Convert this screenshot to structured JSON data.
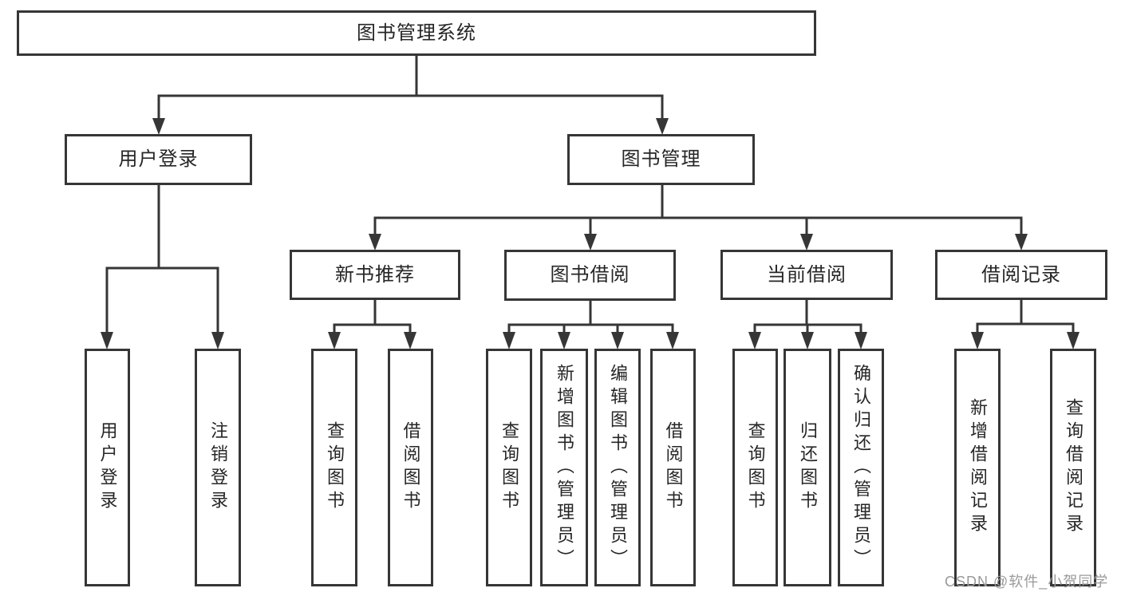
{
  "diagram": {
    "title": "图书管理系统",
    "type": "hierarchy-tree",
    "colors": {
      "line": "#363636",
      "box_border": "#363636",
      "box_fill": "#ffffff",
      "text": "#262626",
      "background": "#ffffff",
      "watermark": "#9a9a9a"
    },
    "nodes": {
      "root": "图书管理系统",
      "user_login": "用户登录",
      "book_mgmt": "图书管理",
      "new_book_rec": "新书推荐",
      "book_borrow": "图书借阅",
      "current_borrow": "当前借阅",
      "borrow_record": "借阅记录",
      "leaf_user_login": "用户登录",
      "leaf_logout": "注销登录",
      "leaf_query_book_a": "查询图书",
      "leaf_borrow_book_a": "借阅图书",
      "leaf_query_book_b": "查询图书",
      "leaf_add_book": "新增图书（管理员）",
      "leaf_edit_book": "编辑图书（管理员）",
      "leaf_borrow_book_b": "借阅图书",
      "leaf_query_book_c": "查询图书",
      "leaf_return_book": "归还图书",
      "leaf_confirm_return": "确认归还（管理员）",
      "leaf_add_record": "新增借阅记录",
      "leaf_query_record": "查询借阅记录"
    },
    "edges": [
      "图书管理系统→用户登录",
      "图书管理系统→图书管理",
      "用户登录→用户登录(叶)",
      "用户登录→注销登录",
      "图书管理→新书推荐",
      "图书管理→图书借阅",
      "图书管理→当前借阅",
      "图书管理→借阅记录",
      "新书推荐→查询图书",
      "新书推荐→借阅图书",
      "图书借阅→查询图书",
      "图书借阅→新增图书（管理员）",
      "图书借阅→编辑图书（管理员）",
      "图书借阅→借阅图书",
      "当前借阅→查询图书",
      "当前借阅→归还图书",
      "当前借阅→确认归还（管理员）",
      "借阅记录→新增借阅记录",
      "借阅记录→查询借阅记录"
    ],
    "watermark": "CSDN @软件_小贺同学"
  }
}
